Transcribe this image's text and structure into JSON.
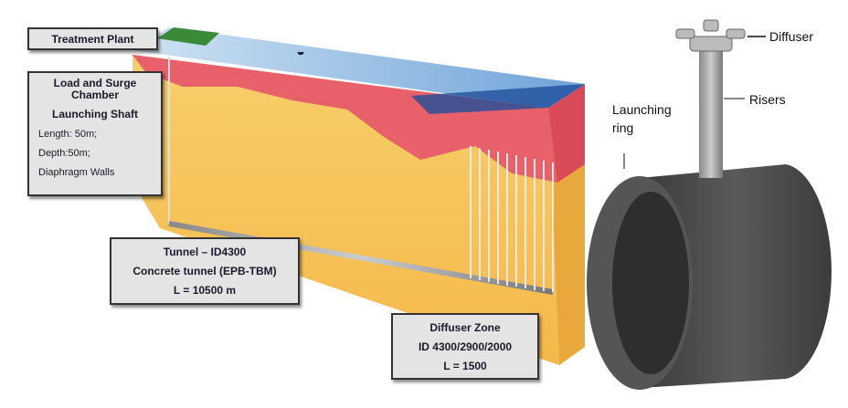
{
  "labels": {
    "treatment_plant": "Treatment Plant",
    "shaft": {
      "title1": "Load and Surge Chamber",
      "title2": "Launching Shaft",
      "length": "Length: 50m;",
      "depth": "Depth:50m;",
      "walls": "Diaphragm  Walls"
    },
    "tunnel": {
      "title": "Tunnel – ID4300",
      "type": "Concrete tunnel (EPB-TBM)",
      "length": "L = 10500  m"
    },
    "diffuser_zone": {
      "title": "Diffuser Zone",
      "id": "ID 4300/2900/2000",
      "length": "L = 1500"
    },
    "diffuser": "Diffuser",
    "risers": "Risers",
    "launching_ring_1": "Launching",
    "launching_ring_2": "ring"
  },
  "colors": {
    "sea": "#a9cbe8",
    "sediment_red": "#e8606a",
    "soil": "#f4c35a",
    "ring": "#4a4a4a"
  }
}
